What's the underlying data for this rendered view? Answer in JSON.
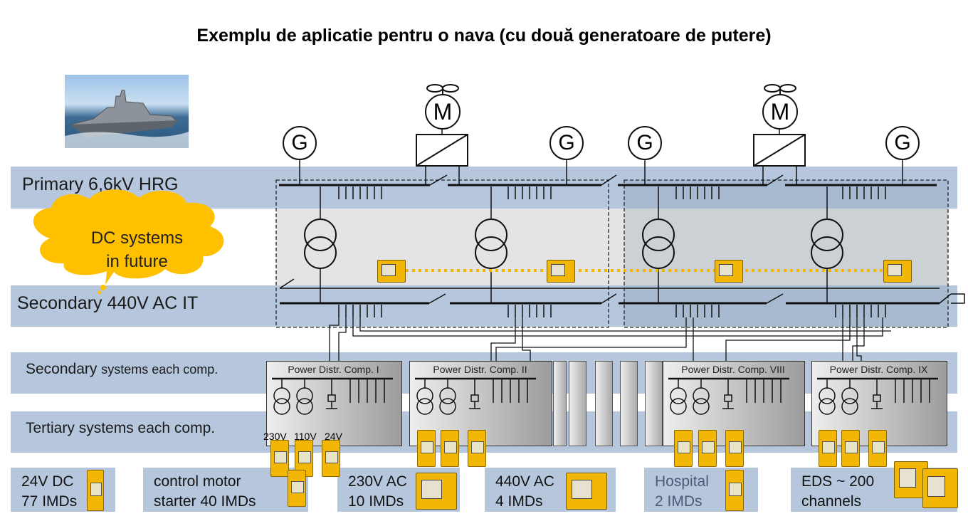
{
  "title": "Exemplu de aplicatie pentru o nava (cu două generatoare de putere)",
  "rows": {
    "primary": "Primary 6,6kV HRG",
    "secondary": "Secondary 440V AC IT",
    "secondary_systems_a": "Secondary",
    "secondary_systems_b": "systems each comp.",
    "tertiary_a": "Tertiary",
    "tertiary_b": "systems each comp."
  },
  "cloud": {
    "line1": "DC systems",
    "line2": "in future"
  },
  "generators": [
    "G",
    "G",
    "G",
    "G"
  ],
  "motors": [
    "M",
    "M"
  ],
  "panels": [
    "Power Distr. Comp. I",
    "Power Distr. Comp. II",
    "Power Distr. Comp. VIII",
    "Power Distr. Comp. IX"
  ],
  "voltages": [
    "230V",
    "110V",
    "24V"
  ],
  "bottom_boxes": [
    {
      "line1": "24V DC",
      "line2": "77 IMDs"
    },
    {
      "line1": "control motor",
      "line2": "starter 40 IMDs"
    },
    {
      "line1": "230V AC",
      "line2": "10 IMDs"
    },
    {
      "line1": "440V AC",
      "line2": "4 IMDs"
    },
    {
      "line1": "Hospital",
      "line2": "2 IMDs"
    },
    {
      "line1": "EDS ~ 200",
      "line2": "channels"
    }
  ],
  "colors": {
    "band": "#b6c7dd",
    "device_yellow": "#f2b705",
    "cloud": "#ffc000",
    "link": "#f2b705"
  }
}
